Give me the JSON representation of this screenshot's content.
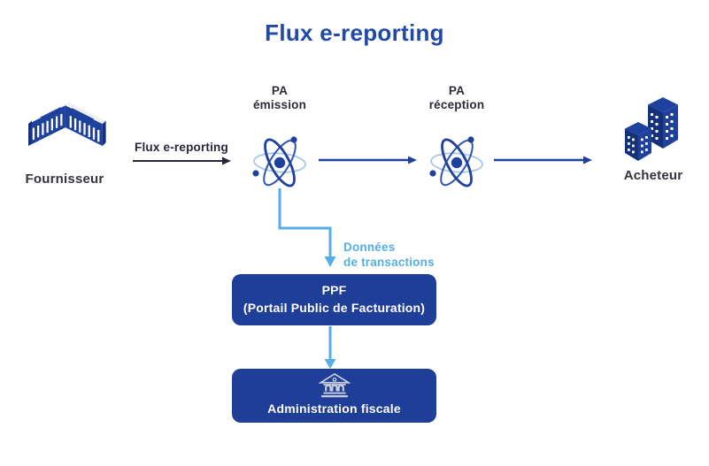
{
  "title": "Flux e-reporting",
  "flow": {
    "fournisseur_label": "Fournisseur",
    "flux_arrow_label": "Flux e-reporting",
    "pa_emission_line1": "PA",
    "pa_emission_line2": "émission",
    "pa_reception_line1": "PA",
    "pa_reception_line2": "réception",
    "acheteur_label": "Acheteur"
  },
  "transaction_branch": {
    "donnees_line1": "Données",
    "donnees_line2": "de transactions"
  },
  "ppf_box": {
    "line1": "PPF",
    "line2": "(Portail Public de Facturation)"
  },
  "admin_box": {
    "label": "Administration fiscale"
  },
  "icons": {
    "fournisseur": "factory-building-icon",
    "pa_emission": "atom-icon",
    "pa_reception": "atom-icon",
    "acheteur": "office-towers-icon",
    "admin": "bank-icon"
  },
  "colors": {
    "title_blue": "#2149a7",
    "primary_blue": "#1f419e",
    "box_blue": "#1e3e98",
    "light_blue": "#56aee8",
    "dark_navy": "#26263e",
    "label_dark": "#33333d"
  }
}
